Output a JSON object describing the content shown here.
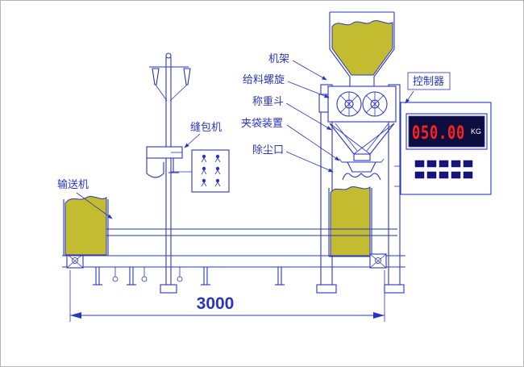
{
  "diagram": {
    "title": "packing-scale-machine-diagram",
    "labels": {
      "frame": "机架",
      "feeder_screw": "给料螺旋",
      "weigh_hopper": "称重斗",
      "bag_clamp": "夹袋装置",
      "dust_port": "除尘口",
      "sewing_machine": "缝包机",
      "conveyor": "输送机",
      "controller": "控制器"
    },
    "display": {
      "value": "050.00",
      "unit": "KG"
    },
    "dimension": {
      "value": "3000"
    },
    "colors": {
      "line": "#2a35bd",
      "material": "#c3bc30",
      "digit": "#ff2020",
      "display_bg": "#0e0e3e"
    }
  }
}
